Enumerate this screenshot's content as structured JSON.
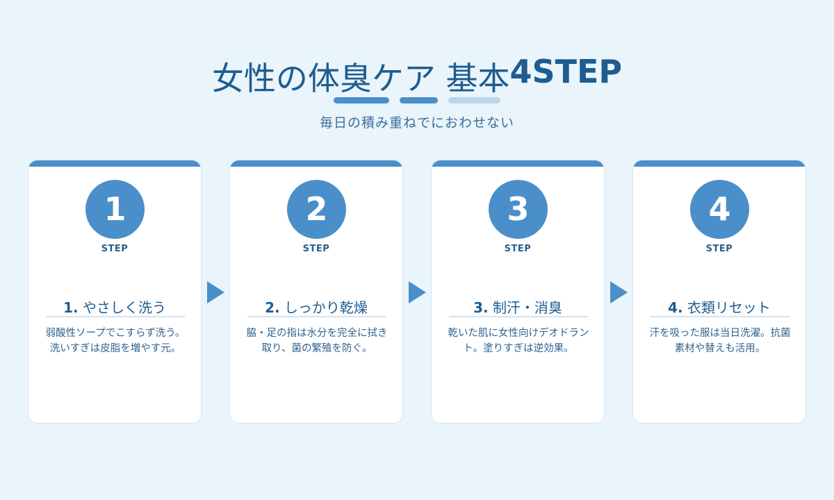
{
  "header": {
    "title_main": "女性の体臭ケア 基本",
    "title_accent": "4STEP",
    "subtitle": "毎日の積み重ねでにおわせない"
  },
  "steps": [
    {
      "number": "1",
      "step_label": "STEP",
      "title_num": "1.",
      "title_text": "やさしく洗う",
      "description": "弱酸性ソープでこすらず洗う。洗いすぎは皮脂を増やす元。"
    },
    {
      "number": "2",
      "step_label": "STEP",
      "title_num": "2.",
      "title_text": "しっかり乾燥",
      "description": "脇・足の指は水分を完全に拭き取り、菌の繁殖を防ぐ。"
    },
    {
      "number": "3",
      "step_label": "STEP",
      "title_num": "3.",
      "title_text": "制汗・消臭",
      "description": "乾いた肌に女性向けデオドラント。塗りすぎは逆効果。"
    },
    {
      "number": "4",
      "step_label": "STEP",
      "title_num": "4.",
      "title_text": "衣類リセット",
      "description": "汗を吸った服は当日洗濯。抗菌素材や替えも活用。"
    }
  ],
  "colors": {
    "background": "#e9f4fb",
    "accent": "#4a8fc9",
    "accent_light": "#b9d6ec",
    "text": "#1f5c8f"
  }
}
